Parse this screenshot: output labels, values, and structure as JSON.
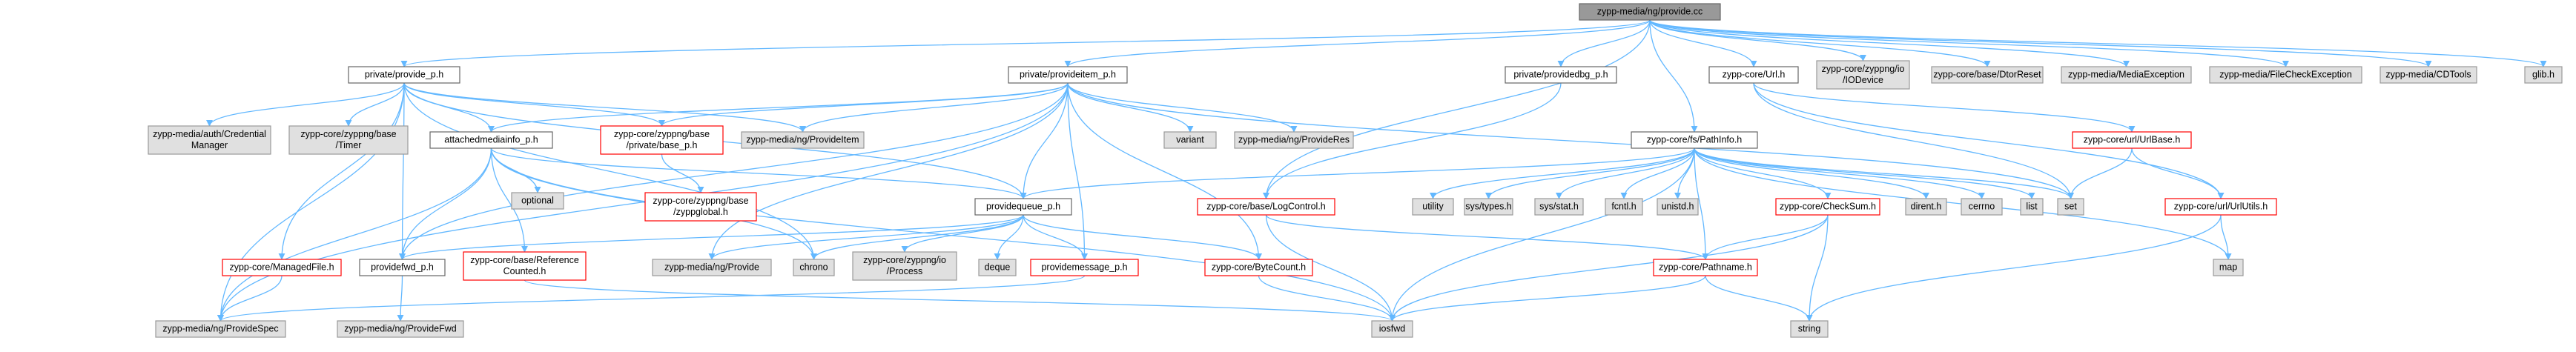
{
  "graph": {
    "kind": "include-dependency-graph",
    "root": "zypp-media/ng/provide.cc",
    "colors": {
      "root_fill": "#999999",
      "documented_fill": "#ffffff",
      "documented_stroke": "#666666",
      "has_children_stroke": "#ff0000",
      "external_fill": "#e0e0e0",
      "external_stroke": "#999999",
      "edge": "#63b8ff",
      "text": "#000000"
    },
    "nodes": [
      {
        "id": "root",
        "lines": [
          "zypp-media/ng/provide.cc"
        ],
        "kind": "root"
      },
      {
        "id": "provide_p",
        "lines": [
          "private/provide_p.h"
        ],
        "kind": "doc"
      },
      {
        "id": "provideitem_p",
        "lines": [
          "private/provideitem_p.h"
        ],
        "kind": "doc"
      },
      {
        "id": "providedbg_p",
        "lines": [
          "private/providedbg_p.h"
        ],
        "kind": "doc"
      },
      {
        "id": "url",
        "lines": [
          "zypp-core/Url.h"
        ],
        "kind": "doc"
      },
      {
        "id": "iodevice",
        "lines": [
          "zypp-core/zyppng/io",
          "/IODevice"
        ],
        "kind": "ext"
      },
      {
        "id": "dtorreset",
        "lines": [
          "zypp-core/base/DtorReset"
        ],
        "kind": "ext"
      },
      {
        "id": "mediaexception",
        "lines": [
          "zypp-media/MediaException"
        ],
        "kind": "ext"
      },
      {
        "id": "filecheckexception",
        "lines": [
          "zypp-media/FileCheckException"
        ],
        "kind": "ext"
      },
      {
        "id": "cdtools",
        "lines": [
          "zypp-media/CDTools"
        ],
        "kind": "ext"
      },
      {
        "id": "glib",
        "lines": [
          "glib.h"
        ],
        "kind": "ext"
      },
      {
        "id": "credentialmanager",
        "lines": [
          "zypp-media/auth/Credential",
          "Manager"
        ],
        "kind": "ext"
      },
      {
        "id": "timer",
        "lines": [
          "zypp-core/zyppng/base",
          "/Timer"
        ],
        "kind": "ext"
      },
      {
        "id": "attachedmediainfo",
        "lines": [
          "attachedmediainfo_p.h"
        ],
        "kind": "doc"
      },
      {
        "id": "base_p",
        "lines": [
          "zypp-core/zyppng/base",
          "/private/base_p.h"
        ],
        "kind": "red"
      },
      {
        "id": "provideitem",
        "lines": [
          "zypp-media/ng/ProvideItem"
        ],
        "kind": "ext"
      },
      {
        "id": "variant",
        "lines": [
          "variant"
        ],
        "kind": "ext"
      },
      {
        "id": "provideres",
        "lines": [
          "zypp-media/ng/ProvideRes"
        ],
        "kind": "ext"
      },
      {
        "id": "pathinfo",
        "lines": [
          "zypp-core/fs/PathInfo.h"
        ],
        "kind": "doc"
      },
      {
        "id": "urlbase",
        "lines": [
          "zypp-core/url/UrlBase.h"
        ],
        "kind": "red"
      },
      {
        "id": "optional",
        "lines": [
          "optional"
        ],
        "kind": "ext"
      },
      {
        "id": "zyppglobal",
        "lines": [
          "zypp-core/zyppng/base",
          "/zyppglobal.h"
        ],
        "kind": "red"
      },
      {
        "id": "logcontrol",
        "lines": [
          "zypp-core/base/LogControl.h"
        ],
        "kind": "red"
      },
      {
        "id": "utility",
        "lines": [
          "utility"
        ],
        "kind": "ext"
      },
      {
        "id": "systypes",
        "lines": [
          "sys/types.h"
        ],
        "kind": "ext"
      },
      {
        "id": "sysstat",
        "lines": [
          "sys/stat.h"
        ],
        "kind": "ext"
      },
      {
        "id": "fcntl",
        "lines": [
          "fcntl.h"
        ],
        "kind": "ext"
      },
      {
        "id": "unistd",
        "lines": [
          "unistd.h"
        ],
        "kind": "ext"
      },
      {
        "id": "checksum",
        "lines": [
          "zypp-core/CheckSum.h"
        ],
        "kind": "red"
      },
      {
        "id": "dirent",
        "lines": [
          "dirent.h"
        ],
        "kind": "ext"
      },
      {
        "id": "cerrno",
        "lines": [
          "cerrno"
        ],
        "kind": "ext"
      },
      {
        "id": "list",
        "lines": [
          "list"
        ],
        "kind": "ext"
      },
      {
        "id": "set",
        "lines": [
          "set"
        ],
        "kind": "ext"
      },
      {
        "id": "urlutils",
        "lines": [
          "zypp-core/url/UrlUtils.h"
        ],
        "kind": "red"
      },
      {
        "id": "providequeue",
        "lines": [
          "providequeue_p.h"
        ],
        "kind": "doc"
      },
      {
        "id": "managedfile",
        "lines": [
          "zypp-core/ManagedFile.h"
        ],
        "kind": "red"
      },
      {
        "id": "providefwd_p",
        "lines": [
          "providefwd_p.h"
        ],
        "kind": "doc"
      },
      {
        "id": "refcounted",
        "lines": [
          "zypp-core/base/Reference",
          "Counted.h"
        ],
        "kind": "red"
      },
      {
        "id": "provide",
        "lines": [
          "zypp-media/ng/Provide"
        ],
        "kind": "ext"
      },
      {
        "id": "chrono",
        "lines": [
          "chrono"
        ],
        "kind": "ext"
      },
      {
        "id": "process",
        "lines": [
          "zypp-core/zyppng/io",
          "/Process"
        ],
        "kind": "ext"
      },
      {
        "id": "deque",
        "lines": [
          "deque"
        ],
        "kind": "ext"
      },
      {
        "id": "providemessage",
        "lines": [
          "providemessage_p.h"
        ],
        "kind": "red"
      },
      {
        "id": "bytecount",
        "lines": [
          "zypp-core/ByteCount.h"
        ],
        "kind": "red"
      },
      {
        "id": "pathname",
        "lines": [
          "zypp-core/Pathname.h"
        ],
        "kind": "red"
      },
      {
        "id": "map",
        "lines": [
          "map"
        ],
        "kind": "ext"
      },
      {
        "id": "providespec",
        "lines": [
          "zypp-media/ng/ProvideSpec"
        ],
        "kind": "ext"
      },
      {
        "id": "providefwd",
        "lines": [
          "zypp-media/ng/ProvideFwd"
        ],
        "kind": "ext"
      },
      {
        "id": "iosfwd",
        "lines": [
          "iosfwd"
        ],
        "kind": "ext"
      },
      {
        "id": "string",
        "lines": [
          "string"
        ],
        "kind": "ext"
      }
    ],
    "edges": [
      [
        "root",
        "provide_p"
      ],
      [
        "root",
        "provideitem_p"
      ],
      [
        "root",
        "providedbg_p"
      ],
      [
        "root",
        "url"
      ],
      [
        "root",
        "iodevice"
      ],
      [
        "root",
        "dtorreset"
      ],
      [
        "root",
        "mediaexception"
      ],
      [
        "root",
        "filecheckexception"
      ],
      [
        "root",
        "cdtools"
      ],
      [
        "root",
        "glib"
      ],
      [
        "root",
        "pathinfo"
      ],
      [
        "root",
        "logcontrol"
      ],
      [
        "provide_p",
        "credentialmanager"
      ],
      [
        "provide_p",
        "timer"
      ],
      [
        "provide_p",
        "attachedmediainfo"
      ],
      [
        "provide_p",
        "base_p"
      ],
      [
        "provide_p",
        "provideitem"
      ],
      [
        "provide_p",
        "providequeue"
      ],
      [
        "provide_p",
        "managedfile"
      ],
      [
        "provide_p",
        "providefwd_p"
      ],
      [
        "provide_p",
        "providespec"
      ],
      [
        "provide_p",
        "chrono"
      ],
      [
        "provideitem_p",
        "attachedmediainfo"
      ],
      [
        "provideitem_p",
        "base_p"
      ],
      [
        "provideitem_p",
        "provideitem"
      ],
      [
        "provideitem_p",
        "variant"
      ],
      [
        "provideitem_p",
        "provideres"
      ],
      [
        "provideitem_p",
        "providequeue"
      ],
      [
        "provideitem_p",
        "providefwd_p"
      ],
      [
        "provideitem_p",
        "providemessage"
      ],
      [
        "provideitem_p",
        "bytecount"
      ],
      [
        "provideitem_p",
        "provide"
      ],
      [
        "provideitem_p",
        "providespec"
      ],
      [
        "provideitem_p",
        "set"
      ],
      [
        "providedbg_p",
        "logcontrol"
      ],
      [
        "url",
        "urlbase"
      ],
      [
        "url",
        "urlutils"
      ],
      [
        "url",
        "set"
      ],
      [
        "urlbase",
        "urlutils"
      ],
      [
        "urlbase",
        "set"
      ],
      [
        "urlutils",
        "map"
      ],
      [
        "urlutils",
        "string"
      ],
      [
        "attachedmediainfo",
        "optional"
      ],
      [
        "attachedmediainfo",
        "providequeue"
      ],
      [
        "attachedmediainfo",
        "refcounted"
      ],
      [
        "attachedmediainfo",
        "providefwd_p"
      ],
      [
        "attachedmediainfo",
        "providespec"
      ],
      [
        "attachedmediainfo",
        "chrono"
      ],
      [
        "attachedmediainfo",
        "iosfwd"
      ],
      [
        "base_p",
        "zyppglobal"
      ],
      [
        "pathinfo",
        "providequeue"
      ],
      [
        "pathinfo",
        "utility"
      ],
      [
        "pathinfo",
        "systypes"
      ],
      [
        "pathinfo",
        "sysstat"
      ],
      [
        "pathinfo",
        "fcntl"
      ],
      [
        "pathinfo",
        "unistd"
      ],
      [
        "pathinfo",
        "checksum"
      ],
      [
        "pathinfo",
        "dirent"
      ],
      [
        "pathinfo",
        "cerrno"
      ],
      [
        "pathinfo",
        "list"
      ],
      [
        "pathinfo",
        "set"
      ],
      [
        "pathinfo",
        "map"
      ],
      [
        "pathinfo",
        "pathname"
      ],
      [
        "pathinfo",
        "iosfwd"
      ],
      [
        "logcontrol",
        "pathname"
      ],
      [
        "logcontrol",
        "iosfwd"
      ],
      [
        "checksum",
        "pathname"
      ],
      [
        "checksum",
        "iosfwd"
      ],
      [
        "checksum",
        "string"
      ],
      [
        "providequeue",
        "provide"
      ],
      [
        "providequeue",
        "chrono"
      ],
      [
        "providequeue",
        "process"
      ],
      [
        "providequeue",
        "deque"
      ],
      [
        "providequeue",
        "providemessage"
      ],
      [
        "providequeue",
        "bytecount"
      ],
      [
        "providequeue",
        "providefwd_p"
      ],
      [
        "managedfile",
        "providespec"
      ],
      [
        "providefwd_p",
        "providefwd"
      ],
      [
        "refcounted",
        "iosfwd"
      ],
      [
        "providemessage",
        "providespec"
      ],
      [
        "bytecount",
        "iosfwd"
      ],
      [
        "pathname",
        "iosfwd"
      ],
      [
        "pathname",
        "string"
      ]
    ]
  }
}
